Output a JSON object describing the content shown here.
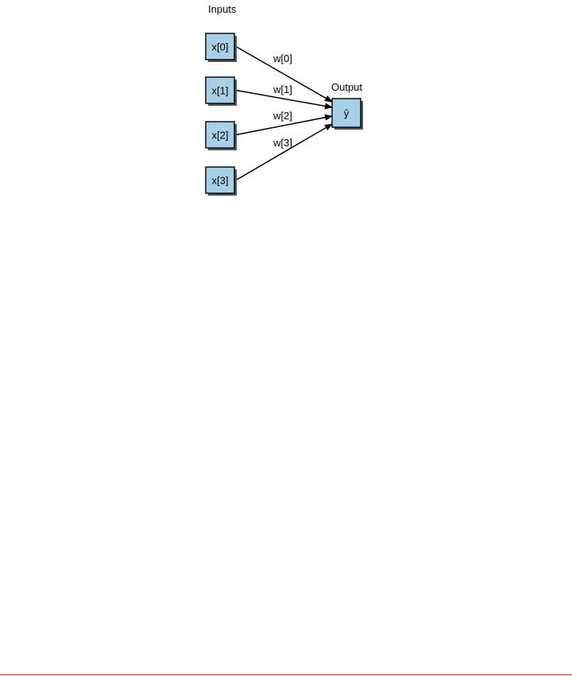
{
  "diagram": {
    "inputs_label": "Inputs",
    "output_label": "Output",
    "inputs": [
      {
        "label": "x[0]",
        "weight": "w[0]"
      },
      {
        "label": "x[1]",
        "weight": "w[1]"
      },
      {
        "label": "x[2]",
        "weight": "w[2]"
      },
      {
        "label": "x[3]",
        "weight": "w[3]"
      }
    ],
    "output": {
      "label": "ŷ"
    },
    "colors": {
      "node_fill": "#a8cfe8",
      "node_stroke": "#000000",
      "edge": "#000000"
    }
  }
}
